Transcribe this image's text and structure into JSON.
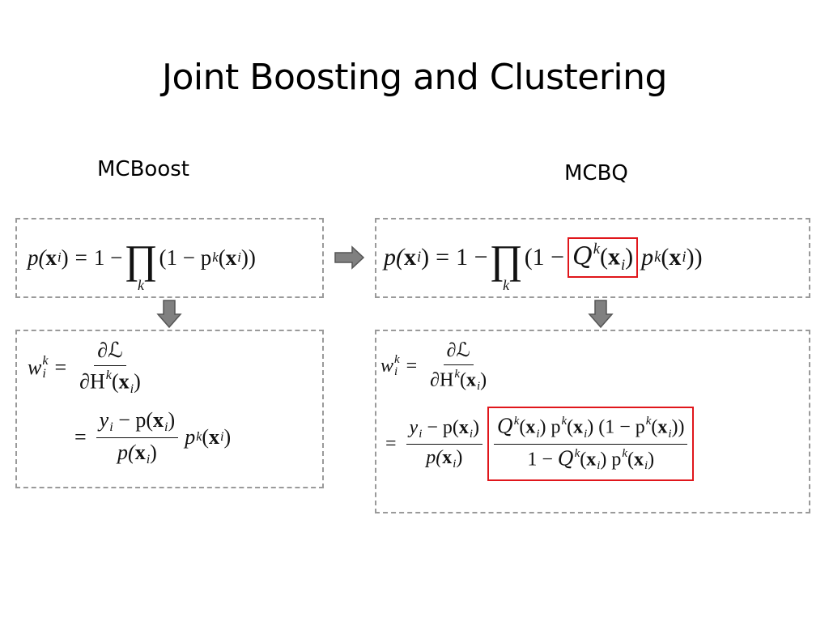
{
  "slide": {
    "title": "Joint Boosting and Clustering"
  },
  "columns": {
    "left_label": "MCBoost",
    "right_label": "MCBQ"
  },
  "colors": {
    "highlight_box": "#e0161b",
    "dashed_border": "#9a9a9a",
    "arrow_fill": "#808080"
  },
  "formulas": {
    "left_top": {
      "lhs": "p(x",
      "lhs_sub": "i",
      "lhs_close": ")",
      "equals": "=",
      "one_minus": "1 −",
      "prod_symbol": "∏",
      "prod_index": "k",
      "term_open": "(1 − p",
      "term_sup": "k",
      "term_arg": "(x",
      "term_sub": "i",
      "term_close": "))"
    },
    "right_top": {
      "lhs": "p(x",
      "lhs_sub": "i",
      "lhs_close": ")",
      "equals": "=",
      "one_minus": "1 −",
      "prod_symbol": "∏",
      "prod_index": "k",
      "term_open": "(1 −",
      "q_symbol": "Q",
      "q_sup": "k",
      "q_arg": "(x",
      "q_sub": "i",
      "q_close": ")",
      "p_part": "p",
      "p_sup": "k",
      "p_arg": "(x",
      "p_sub": "i",
      "p_close": "))"
    },
    "left_bottom": {
      "w": "w",
      "w_sup": "k",
      "w_sub": "i",
      "equals": "=",
      "d_num": "∂ℒ",
      "d_den": "∂H",
      "d_den_sup": "k",
      "d_den_arg": "(x",
      "d_den_sub": "i",
      "d_den_close": ")",
      "equals2": "=",
      "f_num_y": "y",
      "f_num_sub": "i",
      "f_num_rest": "− p(x",
      "f_num_sub2": "i",
      "f_num_close": ")",
      "f_den": "p(x",
      "f_den_sub": "i",
      "f_den_close": ")",
      "tail": "p",
      "tail_sup": "k",
      "tail_arg": "(x",
      "tail_sub": "i",
      "tail_close": ")"
    },
    "right_bottom": {
      "w": "w",
      "w_sup": "k",
      "w_sub": "i",
      "equals": "=",
      "d_num": "∂ℒ",
      "d_den": "∂H",
      "d_den_sup": "k",
      "d_den_arg": "(x",
      "d_den_sub": "i",
      "d_den_close": ")",
      "equals2": "=",
      "f_num_y": "y",
      "f_num_sub": "i",
      "f_num_rest": "− p(x",
      "f_num_sub2": "i",
      "f_num_close": ")",
      "f_den": "p(x",
      "f_den_sub": "i",
      "f_den_close": ")",
      "hl_num": "Q",
      "hl_num_sup": "k",
      "hl_num_arg": "(x",
      "hl_num_sub": "i",
      "hl_num_mid": ") p",
      "hl_num_sup2": "k",
      "hl_num_arg2": "(x",
      "hl_num_sub2": "i",
      "hl_num_mid2": ") (1 − p",
      "hl_num_sup3": "k",
      "hl_num_arg3": "(x",
      "hl_num_sub3": "i",
      "hl_num_close": "))",
      "hl_den_one": "1 −",
      "hl_den_q": "Q",
      "hl_den_sup": "k",
      "hl_den_arg": "(x",
      "hl_den_sub": "i",
      "hl_den_mid": ") p",
      "hl_den_sup2": "k",
      "hl_den_arg2": "(x",
      "hl_den_sub2": "i",
      "hl_den_close": ")"
    }
  }
}
